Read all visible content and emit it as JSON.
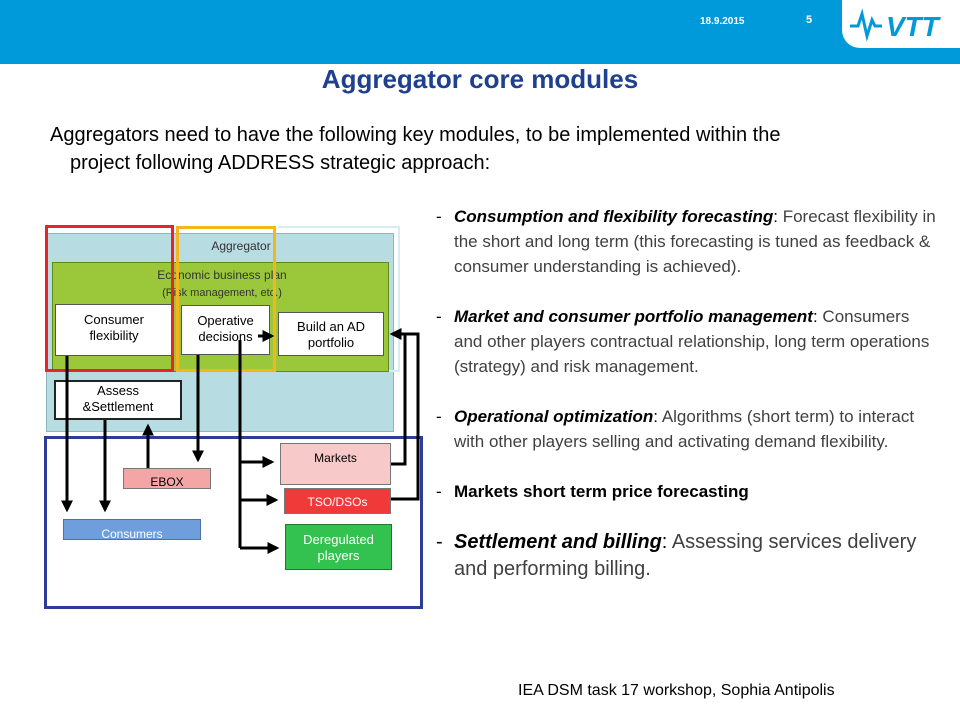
{
  "header": {
    "date": "18.9.2015",
    "page_number": "5",
    "logo_text": "VTT"
  },
  "title": "Aggregator core modules",
  "intro": {
    "line1": "Aggregators need to have the following key modules, to be implemented within the",
    "line2": "project following ADDRESS strategic approach:"
  },
  "diagram": {
    "aggregator_label": "Aggregator",
    "business_plan_line1": "Economic business plan",
    "business_plan_line2": "(Risk management, etc.)",
    "consumer_flexibility": "Consumer flexibility",
    "operative_decisions": "Operative decisions",
    "build_ad_portfolio": "Build an AD portfolio",
    "assess_settlement": "Assess &Settlement",
    "markets": "Markets",
    "ebox": "EBOX",
    "tso_dsos": "TSO/DSOs",
    "consumers": "Consumers",
    "deregulated_players": "Deregulated players",
    "colors": {
      "aggregator_bg": "#b7dde3",
      "business_plan_bg": "#9bc83b",
      "highlight_red": "#e8232a",
      "highlight_yellow": "#f4b61c",
      "outer_blue": "#2c3d99",
      "markets_bg": "#f7c9c9",
      "ebox_bg": "#f4a6a6",
      "tso_bg": "#f03a3a",
      "consumers_bg": "#6f9edc",
      "deregulated_bg": "#33c24f"
    }
  },
  "bullets": [
    {
      "heading": "Consumption and flexibility forecasting",
      "sep": ":",
      "text": " Forecast flexibility in the short and long term (this forecasting is tuned as feedback & consumer understanding is achieved)."
    },
    {
      "heading": "Market and consumer portfolio management",
      "sep": ":",
      "text": " Consumers and other players contractual relationship, long term operations (strategy) and risk management."
    },
    {
      "heading": "Operational optimization",
      "sep": ":",
      "text": " Algorithms (short term) to interact with other players selling and activating demand flexibility."
    },
    {
      "heading": "Markets short term price forecasting",
      "sep": "",
      "text": ""
    },
    {
      "heading": "Settlement and billing",
      "sep": ":",
      "text": " Assessing services delivery and performing billing."
    }
  ],
  "footer": "IEA DSM task 17 workshop, Sophia Antipolis"
}
